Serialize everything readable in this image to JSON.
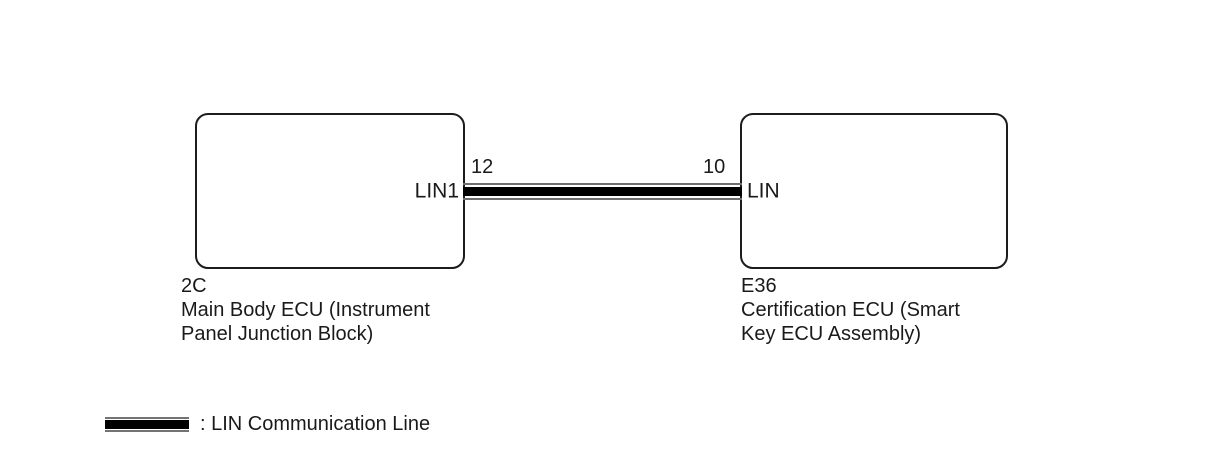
{
  "diagram": {
    "type": "lin-communication-wiring-diagram",
    "background_color": "#ffffff",
    "line_color": "#000000"
  },
  "nodes": [
    {
      "id": "2C",
      "pin_label": "LIN1",
      "pin_number": "12",
      "caption_code": "2C",
      "caption_line_1": "Main Body ECU (Instrument",
      "caption_line_2": "Panel Junction Block)"
    },
    {
      "id": "E36",
      "pin_label": "LIN",
      "pin_number": "10",
      "caption_code": "E36",
      "caption_line_1": "Certification ECU (Smart",
      "caption_line_2": "Key ECU Assembly)"
    }
  ],
  "legend": {
    "swatch_name": "lin-communication-line-swatch",
    "text": ": LIN Communication Line"
  }
}
